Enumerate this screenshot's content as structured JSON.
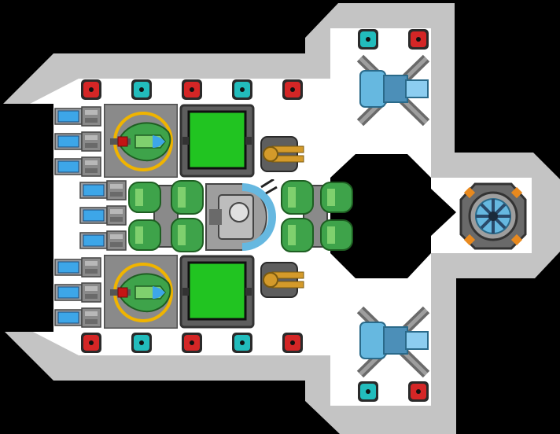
{
  "ship": {
    "colors": {
      "background": "#000000",
      "hull": "#c4c4c4",
      "floor": "#ffffff",
      "console_green": "#21c421",
      "panel_red": "#d42626",
      "panel_cyan": "#22bcbc",
      "thruster_blue": "#3da6e8",
      "engine_green": "#3ea34a",
      "gold": "#f0b400",
      "metal_dark": "#4c4c4c",
      "metal_mid": "#8a8a8a",
      "brass": "#d49a2a",
      "reactor_blue": "#66b8e0",
      "reactor_orange": "#e8891e"
    },
    "components": {
      "turret_pods": [
        "turret-pod-upper",
        "turret-pod-lower"
      ],
      "console_screens": [
        "console-screen-upper",
        "console-screen-lower"
      ],
      "twin_engines": [
        "engine-block-left",
        "engine-block-right"
      ],
      "core": "core-cockpit",
      "side_guns": [
        "side-gun-upper",
        "side-gun-lower"
      ],
      "wing_thrusters": [
        "wing-thruster-upper",
        "wing-thruster-lower"
      ],
      "reactor": "reactor-core"
    },
    "panels": {
      "top_row": [
        "red",
        "cyan",
        "red",
        "cyan",
        "red"
      ],
      "bottom_row": [
        "red",
        "cyan",
        "red",
        "cyan",
        "red"
      ],
      "upper_wing": [
        "cyan",
        "red"
      ],
      "lower_wing": [
        "cyan",
        "red"
      ]
    },
    "rear_thrusters": {
      "upper_stack": 3,
      "middle_stack": 3,
      "lower_stack": 3
    }
  }
}
